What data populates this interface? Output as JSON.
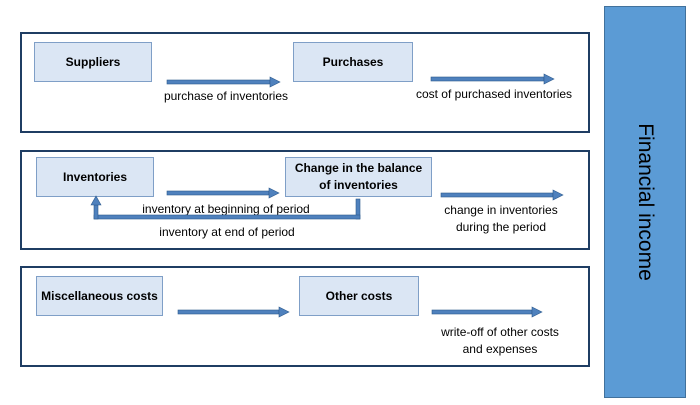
{
  "sidebar": {
    "title": "Financial income"
  },
  "panel1": {
    "suppliers": "Suppliers",
    "purchases": "Purchases",
    "arrow1_label": "purchase of inventories",
    "arrow2_label": "cost of purchased inventories"
  },
  "panel2": {
    "inventories": "Inventories",
    "change_balance_line1": "Change in the balance",
    "change_balance_line2": "of inventories",
    "forward_label": "inventory at beginning of period",
    "back_label": "inventory at end of period",
    "out_label_line1": "change in inventories",
    "out_label_line2": "during the period"
  },
  "panel3": {
    "misc_costs": "Miscellaneous costs",
    "other_costs": "Other costs",
    "out_label_line1": "write-off of other costs",
    "out_label_line2": "and expenses"
  },
  "colors": {
    "node_fill": "#dbe6f4",
    "node_border": "#7f9fc7",
    "arrow": "#4f81bd",
    "panel_border": "#1f3d63",
    "sidebar_fill": "#5b9bd5"
  }
}
